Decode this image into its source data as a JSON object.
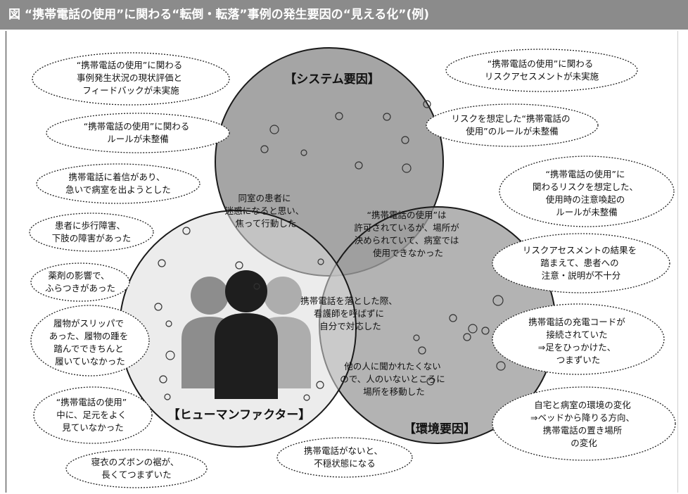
{
  "title": "図 “携帯電話の使用”に関わる“転倒・転落”事例の発生要因の“見える化”(例)",
  "circles": {
    "system": {
      "label": "【システム要因】",
      "fill": "#8e8e8e"
    },
    "human": {
      "label": "【ヒューマンファクター】",
      "fill": "#dedede"
    },
    "environment": {
      "label": "【環境要因】",
      "fill": "#a3a3a3"
    }
  },
  "people_icon": {
    "left_color": "#8d8d8d",
    "center_color": "#1e1e1e",
    "right_color": "#adadad"
  },
  "overlaps": {
    "system_human": [
      "同室の患者に",
      "迷惑になると思い、",
      "焦って行動した"
    ],
    "system_environment": [
      "“携帯電話の使用”は",
      "許可されているが、場所が",
      "決められていて、病室では",
      "使用できなかった"
    ],
    "human_environment_top": [
      "携帯電話を落とした際、",
      "看護師を呼ばずに",
      "自分で対応した"
    ],
    "human_environment_bottom": [
      "他の人に聞かれたくない",
      "ので、人のいないところに",
      "場所を移動した"
    ]
  },
  "clouds": {
    "left": [
      [
        "“携帯電話の使用”に関わる",
        "事例発生状況の現状評価と",
        "フィードバックが未実施"
      ],
      [
        "“携帯電話の使用”に関わる",
        "ルールが未整備"
      ],
      [
        "携帯電話に着信があり、",
        "急いで病室を出ようとした"
      ],
      [
        "患者に歩行障害、",
        "下肢の障害があった"
      ],
      [
        "薬剤の影響で、",
        "ふらつきがあった"
      ],
      [
        "履物がスリッパで",
        "あった、履物の踵を",
        "踏んでできちんと",
        "履いていなかった"
      ],
      [
        "“携帯電話の使用”",
        "中に、足元をよく",
        "見ていなかった"
      ],
      [
        "寝衣のズボンの裾が、",
        "長くてつまずいた"
      ]
    ],
    "right": [
      [
        "“携帯電話の使用”に関わる",
        "リスクアセスメントが未実施"
      ],
      [
        "リスクを想定した“携帯電話の",
        "使用”のルールが未整備"
      ],
      [
        "“携帯電話の使用”に",
        "関わるリスクを想定した、",
        "使用時の注意喚起の",
        "ルールが未整備"
      ],
      [
        "リスクアセスメントの結果を",
        "踏まえて、患者への",
        "注意・説明が不十分"
      ],
      [
        "携帯電話の充電コードが",
        "接続されていた",
        "⇒足をひっかけた、",
        "つまずいた"
      ],
      [
        "自宅と病室の環境の変化",
        "⇒ベッドから降りる方向、",
        "携帯電話の置き場所",
        "の変化"
      ]
    ],
    "bottom": [
      "携帯電話がないと、",
      "不穏状態になる"
    ]
  }
}
